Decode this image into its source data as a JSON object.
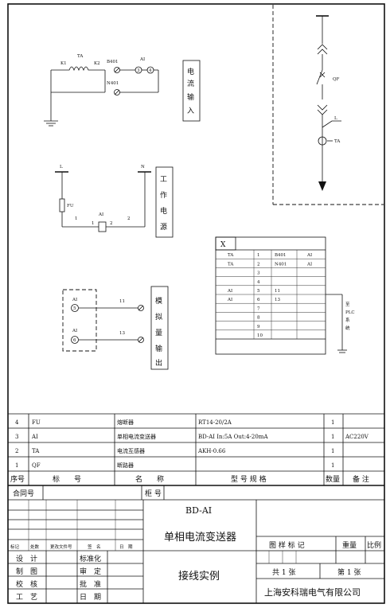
{
  "current_input": {
    "ct_label": "TA",
    "k1": "K1",
    "k2": "K2",
    "wire_top": "B401",
    "wire_bottom": "N401",
    "meter_label": "AI",
    "term_3": "3",
    "term_4": "4",
    "box_label": [
      "电",
      "流",
      "输",
      "入"
    ]
  },
  "power": {
    "l_label": "L",
    "n_label": "N",
    "fuse_label": "FU",
    "ai_label": "AI",
    "t1": "1",
    "t1b": "1",
    "t2": "2",
    "t2b": "2",
    "box_label": [
      "工",
      "作",
      "电",
      "源"
    ]
  },
  "analog_out": {
    "ai_top": "AI",
    "ai_bottom": "AI",
    "term_5": "5",
    "term_6": "6",
    "wire_11": "11",
    "wire_13": "13",
    "box_label": [
      "模",
      "拟",
      "量",
      "输",
      "出"
    ]
  },
  "single_line": {
    "qf_label": "QF",
    "l_label": "L",
    "ta_label": "TA"
  },
  "terminal_block": {
    "title": "X",
    "rows": [
      {
        "a": "TA",
        "n": "1",
        "b": "B401",
        "c": "AI"
      },
      {
        "a": "TA",
        "n": "2",
        "b": "N401",
        "c": "AI"
      },
      {
        "a": "",
        "n": "3",
        "b": "",
        "c": ""
      },
      {
        "a": "",
        "n": "4",
        "b": "",
        "c": ""
      },
      {
        "a": "AI",
        "n": "5",
        "b": "11",
        "c": ""
      },
      {
        "a": "AI",
        "n": "6",
        "b": "13",
        "c": ""
      },
      {
        "a": "",
        "n": "7",
        "b": "",
        "c": ""
      },
      {
        "a": "",
        "n": "8",
        "b": "",
        "c": ""
      },
      {
        "a": "",
        "n": "9",
        "b": "",
        "c": ""
      },
      {
        "a": "",
        "n": "10",
        "b": "",
        "c": ""
      }
    ],
    "plc_label": [
      "至",
      "PLC",
      "系",
      "统"
    ]
  },
  "bom": {
    "rows": [
      {
        "seq": "4",
        "code": "FU",
        "name": "熔断器",
        "spec": "RT14-20/2A",
        "qty": "1",
        "note": ""
      },
      {
        "seq": "3",
        "code": "AI",
        "name": "单相电流变送器",
        "spec": "BD-AI In:5A Out:4-20mA",
        "qty": "1",
        "note": "AC220V"
      },
      {
        "seq": "2",
        "code": "TA",
        "name": "电流互感器",
        "spec": "AKH-0.66",
        "qty": "1",
        "note": ""
      },
      {
        "seq": "1",
        "code": "QF",
        "name": "断路器",
        "spec": "",
        "qty": "1",
        "note": ""
      }
    ],
    "header": {
      "seq": "序号",
      "code": "标　　号",
      "name": "名　　称",
      "spec": "型 号 规 格",
      "qty": "数量",
      "note": "备 注"
    }
  },
  "title_block": {
    "contract_no": "合同号",
    "cabinet_no": "柜 号",
    "product_code": "BD-AI",
    "product_name": "单相电流变送器",
    "drawing_title": "接线实例",
    "rev_headers": [
      "标记",
      "处数",
      "更改文件号",
      "签　名",
      "日　期"
    ],
    "role_left": [
      "设　计",
      "制　图",
      "校　核",
      "工　艺"
    ],
    "role_right": [
      "标准化",
      "审　定",
      "批　准",
      "日　期"
    ],
    "stage_label": "图 样 标 记",
    "weight_label": "重量",
    "scale_label": "比例",
    "total_sheets": "共 1 张",
    "sheet_no": "第 1 张",
    "company": "上海安科瑞电气有限公司"
  }
}
